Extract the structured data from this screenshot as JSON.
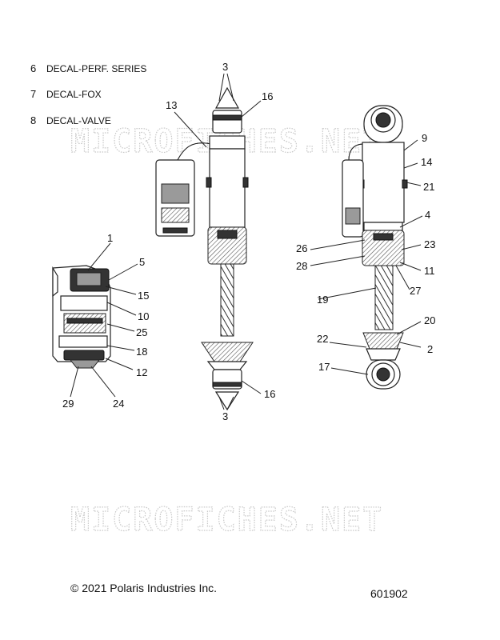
{
  "legend": [
    {
      "num": "6",
      "label": "DECAL-PERF. SERIES"
    },
    {
      "num": "7",
      "label": "DECAL-FOX"
    },
    {
      "num": "8",
      "label": "DECAL-VALVE"
    }
  ],
  "watermark": "MICROFICHES.NET",
  "copyright": "© 2021 Polaris Industries Inc.",
  "diagram_number": "601902",
  "callouts": {
    "c1": "1",
    "c2": "2",
    "c3a": "3",
    "c3b": "3",
    "c4": "4",
    "c5": "5",
    "c9": "9",
    "c10": "10",
    "c11": "11",
    "c12": "12",
    "c13": "13",
    "c14": "14",
    "c15": "15",
    "c16a": "16",
    "c16b": "16",
    "c17": "17",
    "c18": "18",
    "c19": "19",
    "c20": "20",
    "c21": "21",
    "c22": "22",
    "c23": "23",
    "c24": "24",
    "c25": "25",
    "c26": "26",
    "c27": "27",
    "c28": "28",
    "c29": "29"
  }
}
